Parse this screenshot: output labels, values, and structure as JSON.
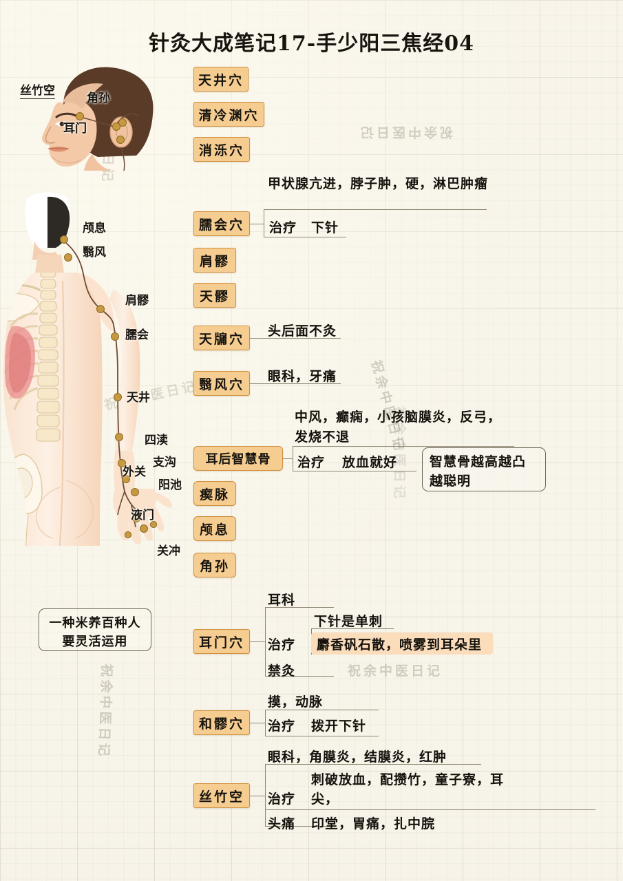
{
  "page": {
    "title": "针灸大成笔记17-手少阳三焦经04",
    "watermark_text": "祝余中医日记"
  },
  "anatomy": {
    "head_labels": [
      {
        "text": "丝竹空"
      },
      {
        "text": "角孙"
      },
      {
        "text": "耳门"
      }
    ],
    "body_labels": [
      {
        "text": "颅息"
      },
      {
        "text": "翳风"
      },
      {
        "text": "肩髎"
      },
      {
        "text": "臑会"
      },
      {
        "text": "天井"
      },
      {
        "text": "四渎"
      },
      {
        "text": "支沟"
      },
      {
        "text": "外关"
      },
      {
        "text": "阳池"
      },
      {
        "text": "液门"
      },
      {
        "text": "关冲"
      }
    ]
  },
  "nodes": {
    "tianjing": "天井穴",
    "qinglengyuan": "清冷渊穴",
    "xiaoluo": "消泺穴",
    "naohui": "臑会穴",
    "jianliao": "肩髎",
    "tianliao": "天髎",
    "tianyou": "天牖穴",
    "yifeng": "翳风穴",
    "erhou_zhihuigu": "耳后智慧骨",
    "chimai": "瘈脉",
    "lvxi": "颅息",
    "jiaosun": "角孙",
    "ermen": "耳门穴",
    "heliao": "和髎穴",
    "sizhukong": "丝竹空"
  },
  "naohui_detail": {
    "symptoms": "甲状腺亢进，脖子肿，硬，淋巴肿瘤",
    "treat_label": "治疗",
    "treat_value": "下针"
  },
  "tianyou_detail": {
    "note": "头后面不灸"
  },
  "yifeng_detail": {
    "note": "眼科，牙痛"
  },
  "zhihuigu_detail": {
    "symptoms": "中风，癫痫，小孩脑膜炎，反弓，发烧不退",
    "treat_label": "治疗",
    "treat_value": "放血就好",
    "callout": "智慧骨越高越凸越聪明"
  },
  "ermen_detail": {
    "branch1": "耳科",
    "treat_label": "治疗",
    "treat_note": "下针是单刺",
    "treat_highlight": "麝香矾石散，喷雾到耳朵里",
    "branch3": "禁灸"
  },
  "heliao_detail": {
    "note": "摸，动脉",
    "treat_label": "治疗",
    "treat_value": "拨开下针"
  },
  "sizhukong_detail": {
    "symptoms": "眼科，角膜炎，结膜炎，红肿",
    "treat_label": "治疗",
    "treat_value": "刺破放血，配攒竹，童子寮，耳尖，",
    "headache_label": "头痛",
    "headache_value": "印堂，胃痛，扎中脘"
  },
  "left_note": {
    "line1": "一种米养百种人",
    "line2": "要灵活运用"
  },
  "colors": {
    "node_fill": "#f6cd91",
    "node_border": "#d08f3c",
    "highlight_band": "#fbdcbb",
    "paper": "#f8f5ec",
    "ink": "#15120d"
  }
}
